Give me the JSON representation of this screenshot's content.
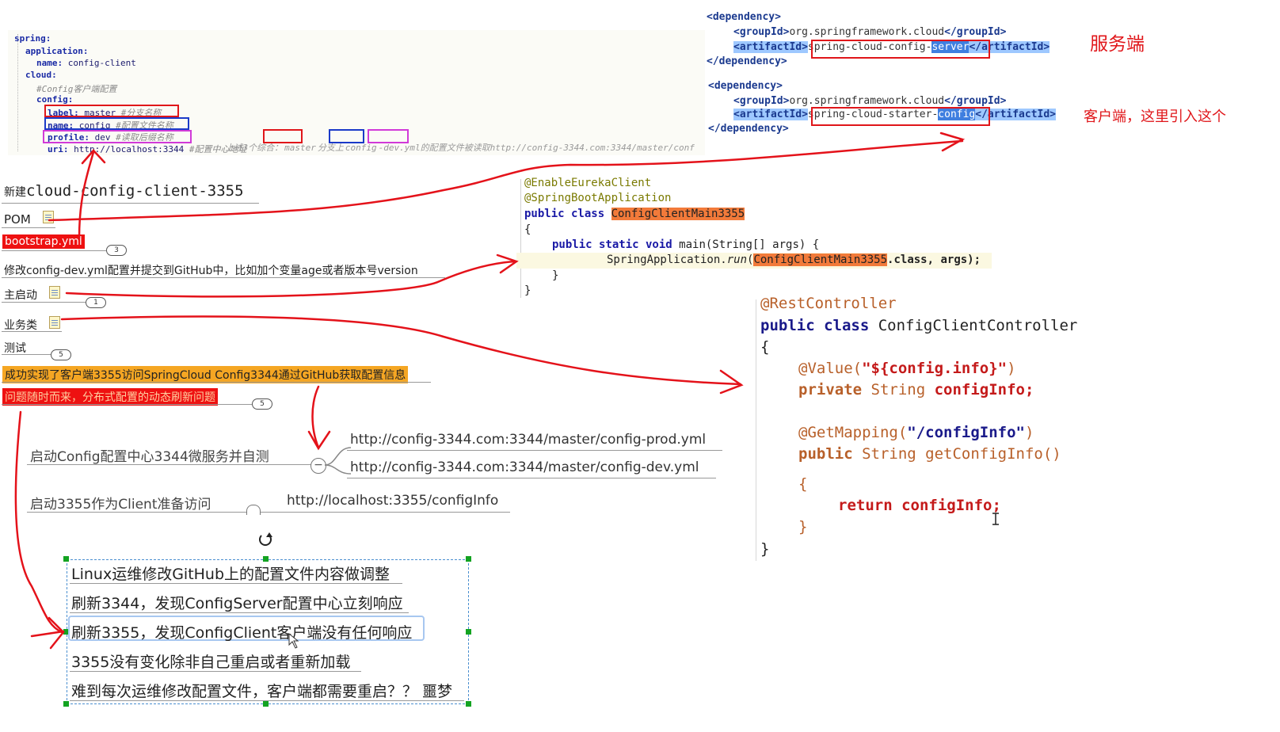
{
  "yaml_config": {
    "lines": [
      {
        "key": "spring:",
        "value": "",
        "comment": ""
      },
      {
        "key": "application:",
        "value": "",
        "comment": ""
      },
      {
        "key": "name:",
        "value": " config-client",
        "comment": ""
      },
      {
        "key": "cloud:",
        "value": "",
        "comment": ""
      },
      {
        "key": "",
        "value": "",
        "comment": "#Config客户端配置"
      },
      {
        "key": "config:",
        "value": "",
        "comment": ""
      },
      {
        "key": "label:",
        "value": " master ",
        "comment": "#分支名称"
      },
      {
        "key": "name:",
        "value": " config ",
        "comment": "#配置文件名称"
      },
      {
        "key": "profile:",
        "value": " dev ",
        "comment": "#读取后缀名称"
      },
      {
        "key": "uri:",
        "value": " http://localhost:3344 ",
        "comment": "#配置中心地址"
      }
    ],
    "explanation": {
      "prefix": "上述3个综合：",
      "master": "master",
      "mid": "分支上",
      "config": "config",
      "dev": "-dev.yml",
      "suffix": "的配置文件被读取http://config-3344.com:3344/master/conf"
    }
  },
  "xml_server": {
    "line1": "<dependency>",
    "group_open": "<groupId>",
    "group_val": "org.springframework.cloud",
    "group_close": "</groupId>",
    "artifact_open": "<artifactId>",
    "artifact_val_a": "spring-cloud-config-",
    "artifact_val_b": "server",
    "artifact_close": "</artifactId>",
    "line_end": "</dependency>",
    "annotation": "服务端"
  },
  "xml_client": {
    "line1": "<dependency>",
    "group_open": "<groupId>",
    "group_val": "org.springframework.cloud",
    "group_close": "</groupId>",
    "artifact_open": "<artifactId>",
    "artifact_val_a": "spring-cloud-starter-",
    "artifact_val_b": "config",
    "artifact_close": "</artifactId>",
    "line_end": "</dependency>",
    "annotation": "客户端，这里引入这个"
  },
  "main_class": {
    "ann1": "@EnableEurekaClient",
    "ann2": "@SpringBootApplication",
    "decl_kw": "public class ",
    "class_name": "ConfigClientMain3355",
    "open": "{",
    "method_kw": "public static void ",
    "method_sig": "main(String[] args) {",
    "call_pre": "SpringApplication.",
    "call_run": "run",
    "call_paren": "(",
    "call_arg": "ConfigClientMain3355",
    "call_post": ".class, args);",
    "close_inner": "}",
    "close_outer": "}"
  },
  "controller": {
    "ann": "@RestController",
    "decl_kw": "public class ",
    "class_name": "ConfigClientController",
    "open": "{",
    "value_ann": "@Value(",
    "value_str": "\"${config.info}\"",
    "value_close": ")",
    "field_kw": "private ",
    "field_type": "String ",
    "field_name": "configInfo;",
    "get_ann": "@GetMapping(",
    "get_str": "\"/configInfo\"",
    "get_close": ")",
    "method_kw": "public ",
    "method_type": "String ",
    "method_name": "getConfigInfo()",
    "m_open": "{",
    "return_kw": "return ",
    "return_val": "configInfo;",
    "m_close": "}",
    "close": "}"
  },
  "mindmap": {
    "title_prefix": "新建",
    "title_main": "cloud-config-client-3355",
    "pom": "POM",
    "bootstrap": "bootstrap.yml",
    "bootstrap_badge": "3",
    "modify": "修改config-dev.yml配置并提交到GitHub中，比如加个变量age或者版本号version",
    "main_start": "主启动",
    "main_badge": "1",
    "business": "业务类",
    "test": "测试",
    "test_badge": "5",
    "success": "成功实现了客户端3355访问SpringCloud Config3344通过GitHub获取配置信息",
    "problem": "问题随时而来，分布式配置的动态刷新问题",
    "problem_badge": "5",
    "start_config": "启动Config配置中心3344微服务并自测",
    "url_prod": "http://config-3344.com:3344/master/config-prod.yml",
    "url_dev": "http://config-3344.com:3344/master/config-dev.yml",
    "start_client": "启动3355作为Client准备访问",
    "url_client": "http://localhost:3355/configInfo",
    "notes": [
      "Linux运维修改GitHub上的配置文件内容做调整",
      "刷新3344，发现ConfigServer配置中心立刻响应",
      "刷新3355，发现ConfigClient客户端没有任何响应",
      "3355没有变化除非自己重启或者重新加载",
      "难到每次运维修改配置文件，客户端都需要重启？？  噩梦"
    ]
  },
  "colors": {
    "red": "#e0161a",
    "orange_highlight": "#f5a623",
    "red_highlight": "#ee1111",
    "selection_green": "#13a321"
  }
}
